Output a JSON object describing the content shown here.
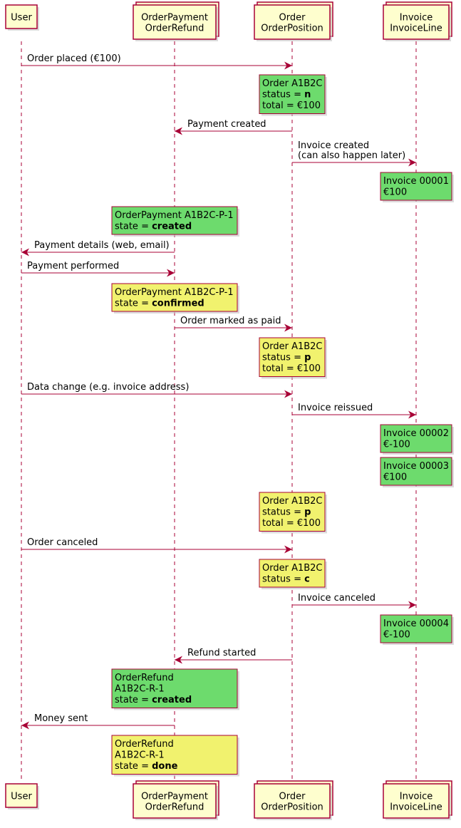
{
  "colors": {
    "line": "#A80036",
    "participant_fill": "#FEFECE",
    "note_green": "#6DDB6D",
    "note_yellow": "#F1F26E",
    "shadow": "#C4C4C4"
  },
  "participants": [
    {
      "id": "user",
      "lines": [
        "User"
      ],
      "stacked": false
    },
    {
      "id": "payment",
      "lines": [
        "OrderPayment",
        "OrderRefund"
      ],
      "stacked": true
    },
    {
      "id": "order",
      "lines": [
        "Order",
        "OrderPosition"
      ],
      "stacked": true
    },
    {
      "id": "invoice",
      "lines": [
        "Invoice",
        "InvoiceLine"
      ],
      "stacked": true
    }
  ],
  "events": [
    {
      "kind": "message",
      "from": "user",
      "to": "order",
      "lines": [
        "Order placed (€100)"
      ]
    },
    {
      "kind": "note",
      "over": "order",
      "color": "green",
      "lines": [
        [
          {
            "t": "Order A1B2C"
          }
        ],
        [
          {
            "t": "status = "
          },
          {
            "t": "n",
            "b": true
          }
        ],
        [
          {
            "t": "total = €100"
          }
        ]
      ]
    },
    {
      "kind": "message",
      "from": "order",
      "to": "payment",
      "lines": [
        "Payment created"
      ]
    },
    {
      "kind": "message",
      "from": "order",
      "to": "invoice",
      "lines": [
        "Invoice created",
        "(can also happen later)"
      ]
    },
    {
      "kind": "note",
      "over": "invoice",
      "color": "green",
      "lines": [
        [
          {
            "t": "Invoice 00001"
          }
        ],
        [
          {
            "t": "€100"
          }
        ]
      ]
    },
    {
      "kind": "note",
      "over": "payment",
      "color": "green",
      "lines": [
        [
          {
            "t": "OrderPayment A1B2C-P-1"
          }
        ],
        [
          {
            "t": "state = "
          },
          {
            "t": "created",
            "b": true
          }
        ]
      ]
    },
    {
      "kind": "message",
      "from": "payment",
      "to": "user",
      "lines": [
        "Payment details (web, email)"
      ]
    },
    {
      "kind": "message",
      "from": "user",
      "to": "payment",
      "lines": [
        "Payment performed"
      ]
    },
    {
      "kind": "note",
      "over": "payment",
      "color": "yellow",
      "lines": [
        [
          {
            "t": "OrderPayment A1B2C-P-1"
          }
        ],
        [
          {
            "t": "state = "
          },
          {
            "t": "confirmed",
            "b": true
          }
        ]
      ]
    },
    {
      "kind": "message",
      "from": "payment",
      "to": "order",
      "lines": [
        "Order marked as paid"
      ]
    },
    {
      "kind": "note",
      "over": "order",
      "color": "yellow",
      "lines": [
        [
          {
            "t": "Order A1B2C"
          }
        ],
        [
          {
            "t": "status = "
          },
          {
            "t": "p",
            "b": true
          }
        ],
        [
          {
            "t": "total = €100"
          }
        ]
      ]
    },
    {
      "kind": "message",
      "from": "user",
      "to": "order",
      "lines": [
        "Data change (e.g. invoice address)"
      ]
    },
    {
      "kind": "message",
      "from": "order",
      "to": "invoice",
      "lines": [
        "Invoice reissued"
      ]
    },
    {
      "kind": "note",
      "over": "invoice",
      "color": "green",
      "lines": [
        [
          {
            "t": "Invoice 00002"
          }
        ],
        [
          {
            "t": "€-100"
          }
        ]
      ]
    },
    {
      "kind": "note",
      "over": "invoice",
      "color": "green",
      "lines": [
        [
          {
            "t": "Invoice 00003"
          }
        ],
        [
          {
            "t": "€100"
          }
        ]
      ]
    },
    {
      "kind": "note",
      "over": "order",
      "color": "yellow",
      "lines": [
        [
          {
            "t": "Order A1B2C"
          }
        ],
        [
          {
            "t": "status = "
          },
          {
            "t": "p",
            "b": true
          }
        ],
        [
          {
            "t": "total = €100"
          }
        ]
      ]
    },
    {
      "kind": "message",
      "from": "user",
      "to": "order",
      "lines": [
        "Order canceled"
      ]
    },
    {
      "kind": "note",
      "over": "order",
      "color": "yellow",
      "lines": [
        [
          {
            "t": "Order A1B2C"
          }
        ],
        [
          {
            "t": "status = "
          },
          {
            "t": "c",
            "b": true
          }
        ]
      ]
    },
    {
      "kind": "message",
      "from": "order",
      "to": "invoice",
      "lines": [
        "Invoice canceled"
      ]
    },
    {
      "kind": "note",
      "over": "invoice",
      "color": "green",
      "lines": [
        [
          {
            "t": "Invoice 00004"
          }
        ],
        [
          {
            "t": "€-100"
          }
        ]
      ]
    },
    {
      "kind": "message",
      "from": "order",
      "to": "payment",
      "lines": [
        "Refund started"
      ]
    },
    {
      "kind": "note",
      "over": "payment",
      "color": "green",
      "lines": [
        [
          {
            "t": "OrderRefund"
          }
        ],
        [
          {
            "t": "A1B2C-R-1"
          }
        ],
        [
          {
            "t": "state = "
          },
          {
            "t": "created",
            "b": true
          }
        ]
      ]
    },
    {
      "kind": "message",
      "from": "payment",
      "to": "user",
      "lines": [
        "Money sent"
      ]
    },
    {
      "kind": "note",
      "over": "payment",
      "color": "yellow",
      "lines": [
        [
          {
            "t": "OrderRefund"
          }
        ],
        [
          {
            "t": "A1B2C-R-1"
          }
        ],
        [
          {
            "t": "state = "
          },
          {
            "t": "done",
            "b": true
          }
        ]
      ]
    }
  ]
}
